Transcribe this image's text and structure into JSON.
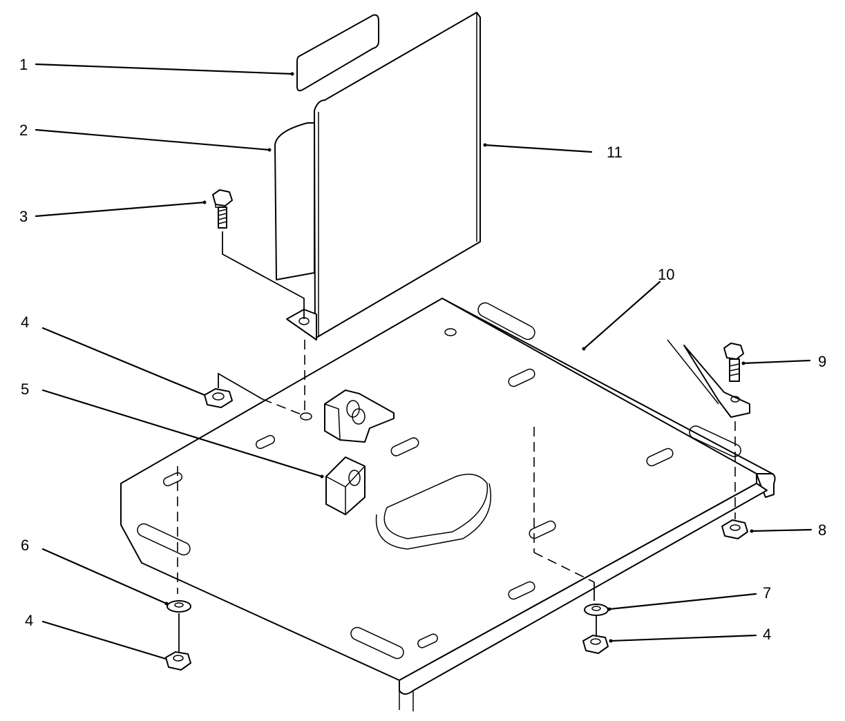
{
  "callouts": {
    "c1": "1",
    "c2": "2",
    "c3": "3",
    "c4a": "4",
    "c5": "5",
    "c6": "6",
    "c4b": "4",
    "c4c": "4",
    "c7": "7",
    "c8": "8",
    "c9": "9",
    "c10": "10",
    "c11": "11"
  }
}
